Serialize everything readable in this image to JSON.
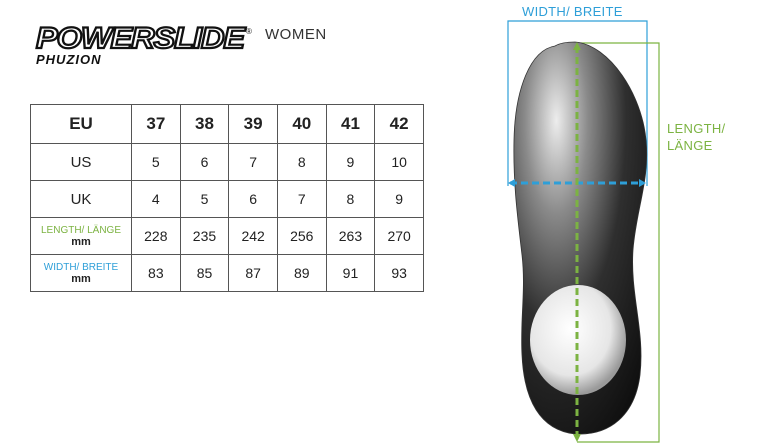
{
  "brand": {
    "name": "POWERSLIDE",
    "sub": "PHUZION",
    "reg": "®"
  },
  "variant": "WOMEN",
  "table": {
    "eu_label": "EU",
    "eu": [
      "37",
      "38",
      "39",
      "40",
      "41",
      "42"
    ],
    "us_label": "US",
    "us": [
      "5",
      "6",
      "7",
      "8",
      "9",
      "10"
    ],
    "uk_label": "UK",
    "uk": [
      "4",
      "5",
      "6",
      "7",
      "8",
      "9"
    ],
    "length_label": "LENGTH/ LÄNGE",
    "length_unit": "mm",
    "length": [
      "228",
      "235",
      "242",
      "256",
      "263",
      "270"
    ],
    "width_label": "WIDTH/ BREITE",
    "width_unit": "mm",
    "width": [
      "83",
      "85",
      "87",
      "89",
      "91",
      "93"
    ]
  },
  "diagram": {
    "width_label": "WIDTH/ BREITE",
    "length_label": "LENGTH/ LÄNGE"
  },
  "colors": {
    "length_green": "#7cb342",
    "width_blue": "#2e9fd8"
  }
}
